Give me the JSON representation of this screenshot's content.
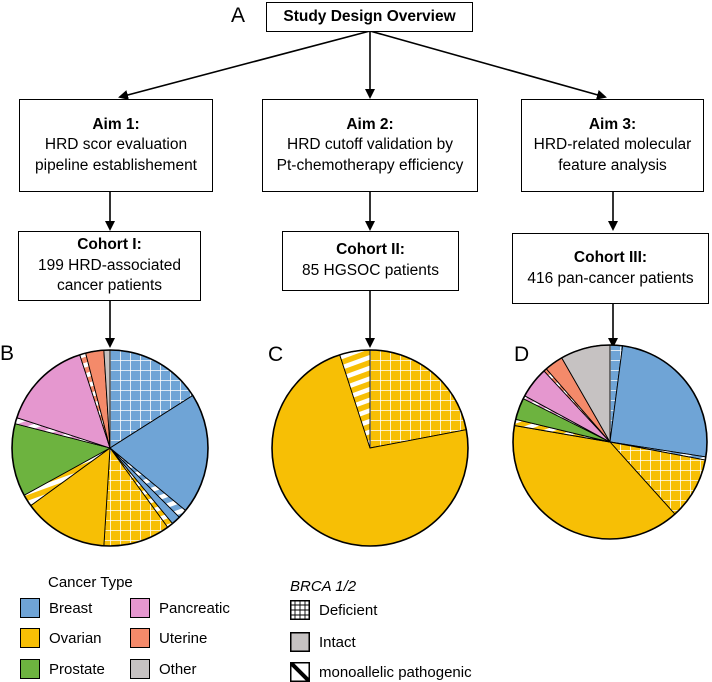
{
  "panels": {
    "a": "A",
    "b": "B",
    "c": "C",
    "d": "D"
  },
  "title": "Study Design Overview",
  "aims": [
    {
      "heading": "Aim 1:",
      "line1": "HRD scor evaluation",
      "line2": "pipeline establishement"
    },
    {
      "heading": "Aim 2:",
      "line1": "HRD cutoff validation by",
      "line2": "Pt-chemotherapy efficiency"
    },
    {
      "heading": "Aim 3:",
      "line1": "HRD-related molecular",
      "line2": "feature analysis"
    }
  ],
  "cohorts": [
    {
      "heading": "Cohort I:",
      "line1": "199 HRD-associated",
      "line2": "cancer patients"
    },
    {
      "heading": "Cohort II:",
      "line1": "85 HGSOC patients",
      "line2": ""
    },
    {
      "heading": "Cohort III:",
      "line1": "416 pan-cancer patients",
      "line2": ""
    }
  ],
  "colors": {
    "Breast": "#6fa4d6",
    "Ovarian": "#f7bf05",
    "Prostate": "#6db33f",
    "Pancreatic": "#e597cf",
    "Uterine": "#f48a6a",
    "Other": "#c6c2c2"
  },
  "legend": {
    "cancer_title": "Cancer Type",
    "cancer": [
      {
        "label": "Breast",
        "color": "#6fa4d6"
      },
      {
        "label": "Pancreatic",
        "color": "#e597cf"
      },
      {
        "label": "Ovarian",
        "color": "#f7bf05"
      },
      {
        "label": "Uterine",
        "color": "#f48a6a"
      },
      {
        "label": "Prostate",
        "color": "#6db33f"
      },
      {
        "label": "Other",
        "color": "#c6c2c2"
      }
    ],
    "brca_title": "BRCA 1/2",
    "brca": [
      {
        "label": "Deficient",
        "pattern": "grid"
      },
      {
        "label": "Intact",
        "pattern": "solid"
      },
      {
        "label": "monoallelic pathogenic",
        "pattern": "diagonal"
      }
    ]
  },
  "chart_data": [
    {
      "type": "pie",
      "panel": "B",
      "slices": [
        {
          "cancer": "Breast",
          "brca": "Deficient",
          "value": 16
        },
        {
          "cancer": "Breast",
          "brca": "Intact",
          "value": 20
        },
        {
          "cancer": "Breast",
          "brca": "monoallelic pathogenic",
          "value": 1.5
        },
        {
          "cancer": "Breast",
          "brca": "Intact",
          "value": 1.5
        },
        {
          "cancer": "Ovarian",
          "brca": "monoallelic pathogenic",
          "value": 1
        },
        {
          "cancer": "Ovarian",
          "brca": "Deficient",
          "value": 11
        },
        {
          "cancer": "Ovarian",
          "brca": "Intact",
          "value": 14
        },
        {
          "cancer": "Ovarian",
          "brca": "monoallelic pathogenic",
          "value": 2
        },
        {
          "cancer": "Prostate",
          "brca": "Intact",
          "value": 12
        },
        {
          "cancer": "Pancreatic",
          "brca": "monoallelic pathogenic",
          "value": 1
        },
        {
          "cancer": "Pancreatic",
          "brca": "Intact",
          "value": 15
        },
        {
          "cancer": "Uterine",
          "brca": "monoallelic pathogenic",
          "value": 1
        },
        {
          "cancer": "Uterine",
          "brca": "Intact",
          "value": 3
        },
        {
          "cancer": "Other",
          "brca": "Intact",
          "value": 1
        }
      ]
    },
    {
      "type": "pie",
      "panel": "C",
      "slices": [
        {
          "cancer": "Ovarian",
          "brca": "Deficient",
          "value": 22
        },
        {
          "cancer": "Ovarian",
          "brca": "Intact",
          "value": 73
        },
        {
          "cancer": "Ovarian",
          "brca": "monoallelic pathogenic",
          "value": 5
        }
      ]
    },
    {
      "type": "pie",
      "panel": "D",
      "slices": [
        {
          "cancer": "Breast",
          "brca": "Deficient",
          "value": 2
        },
        {
          "cancer": "Breast",
          "brca": "Intact",
          "value": 24.5
        },
        {
          "cancer": "Breast",
          "brca": "monoallelic pathogenic",
          "value": 0.5
        },
        {
          "cancer": "Ovarian",
          "brca": "Deficient",
          "value": 10
        },
        {
          "cancer": "Ovarian",
          "brca": "Intact",
          "value": 38
        },
        {
          "cancer": "Ovarian",
          "brca": "monoallelic pathogenic",
          "value": 1
        },
        {
          "cancer": "Prostate",
          "brca": "Intact",
          "value": 3.5
        },
        {
          "cancer": "Pancreatic",
          "brca": "monoallelic pathogenic",
          "value": 0.5
        },
        {
          "cancer": "Pancreatic",
          "brca": "Intact",
          "value": 5
        },
        {
          "cancer": "Uterine",
          "brca": "monoallelic pathogenic",
          "value": 0.5
        },
        {
          "cancer": "Uterine",
          "brca": "Intact",
          "value": 3
        },
        {
          "cancer": "Other",
          "brca": "Intact",
          "value": 8
        }
      ]
    }
  ]
}
